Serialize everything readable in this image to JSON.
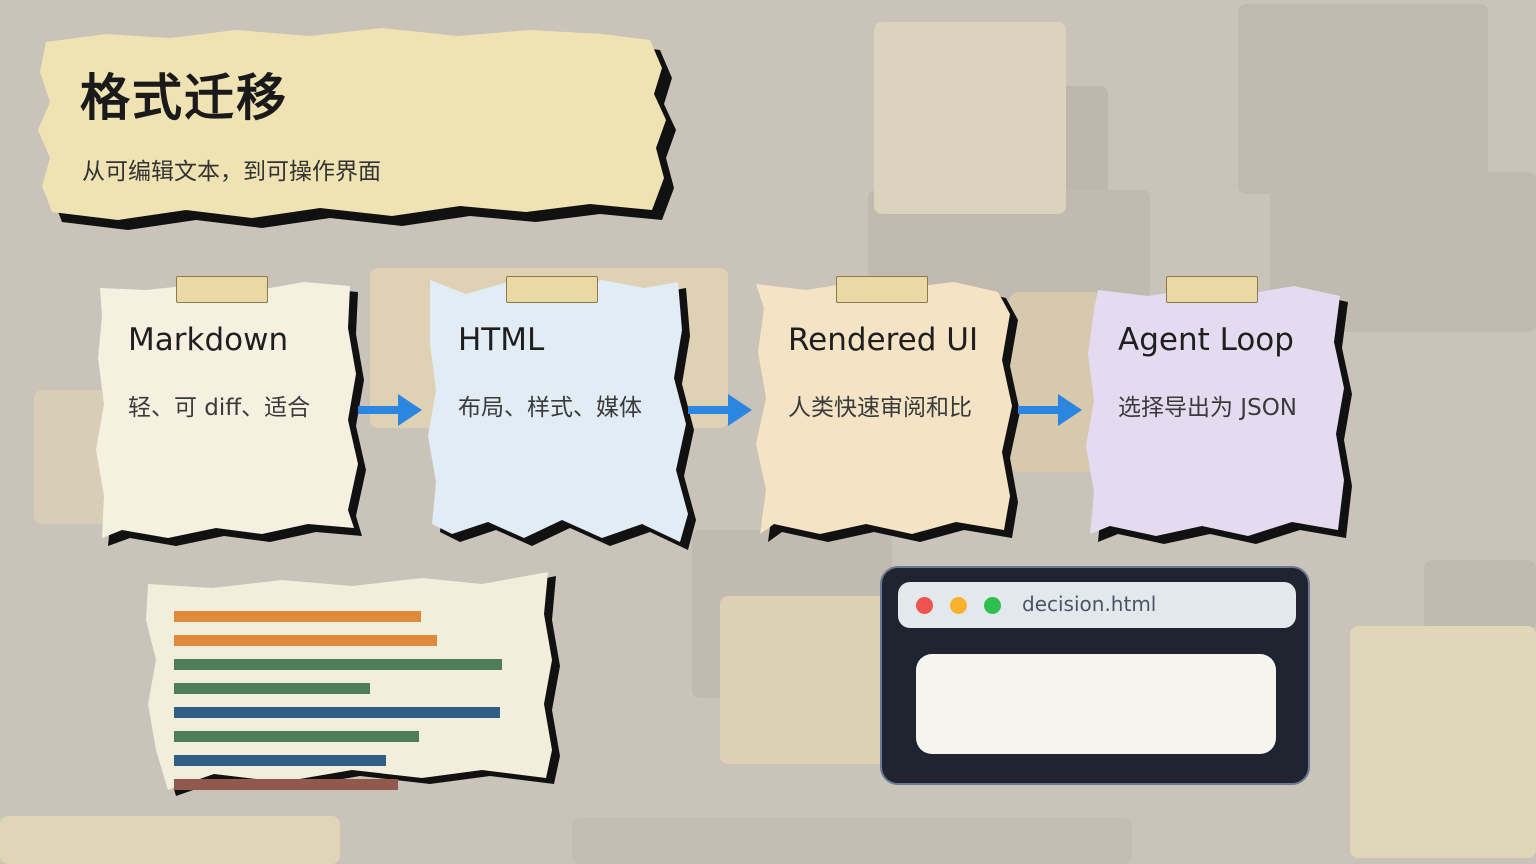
{
  "header": {
    "title": "格式迁移",
    "subtitle": "从可编辑文本，到可操作界面"
  },
  "cards": [
    {
      "title": "Markdown",
      "desc": "轻、可 diff、适合",
      "color": "#f5f0e0"
    },
    {
      "title": "HTML",
      "desc": "布局、样式、媒体",
      "color": "#e1ecf5"
    },
    {
      "title": "Rendered UI",
      "desc": "人类快速审阅和比",
      "color": "#f5e3c5"
    },
    {
      "title": "Agent Loop",
      "desc": "选择导出为 JSON",
      "color": "#e4dbf0"
    }
  ],
  "colors": {
    "background": "#c9c3b9",
    "header_paper": "#efe3b3",
    "tape": "#ead9a4",
    "arrow": "#2b86e0",
    "code_orange": "#e08a3c",
    "code_green": "#4f7c5a",
    "code_blue": "#2f5f86",
    "code_brown": "#8f5a4d"
  },
  "browser": {
    "url": "decision.html",
    "dot_colors": [
      "#ef5350",
      "#f9b12d",
      "#2fbf4f"
    ]
  }
}
